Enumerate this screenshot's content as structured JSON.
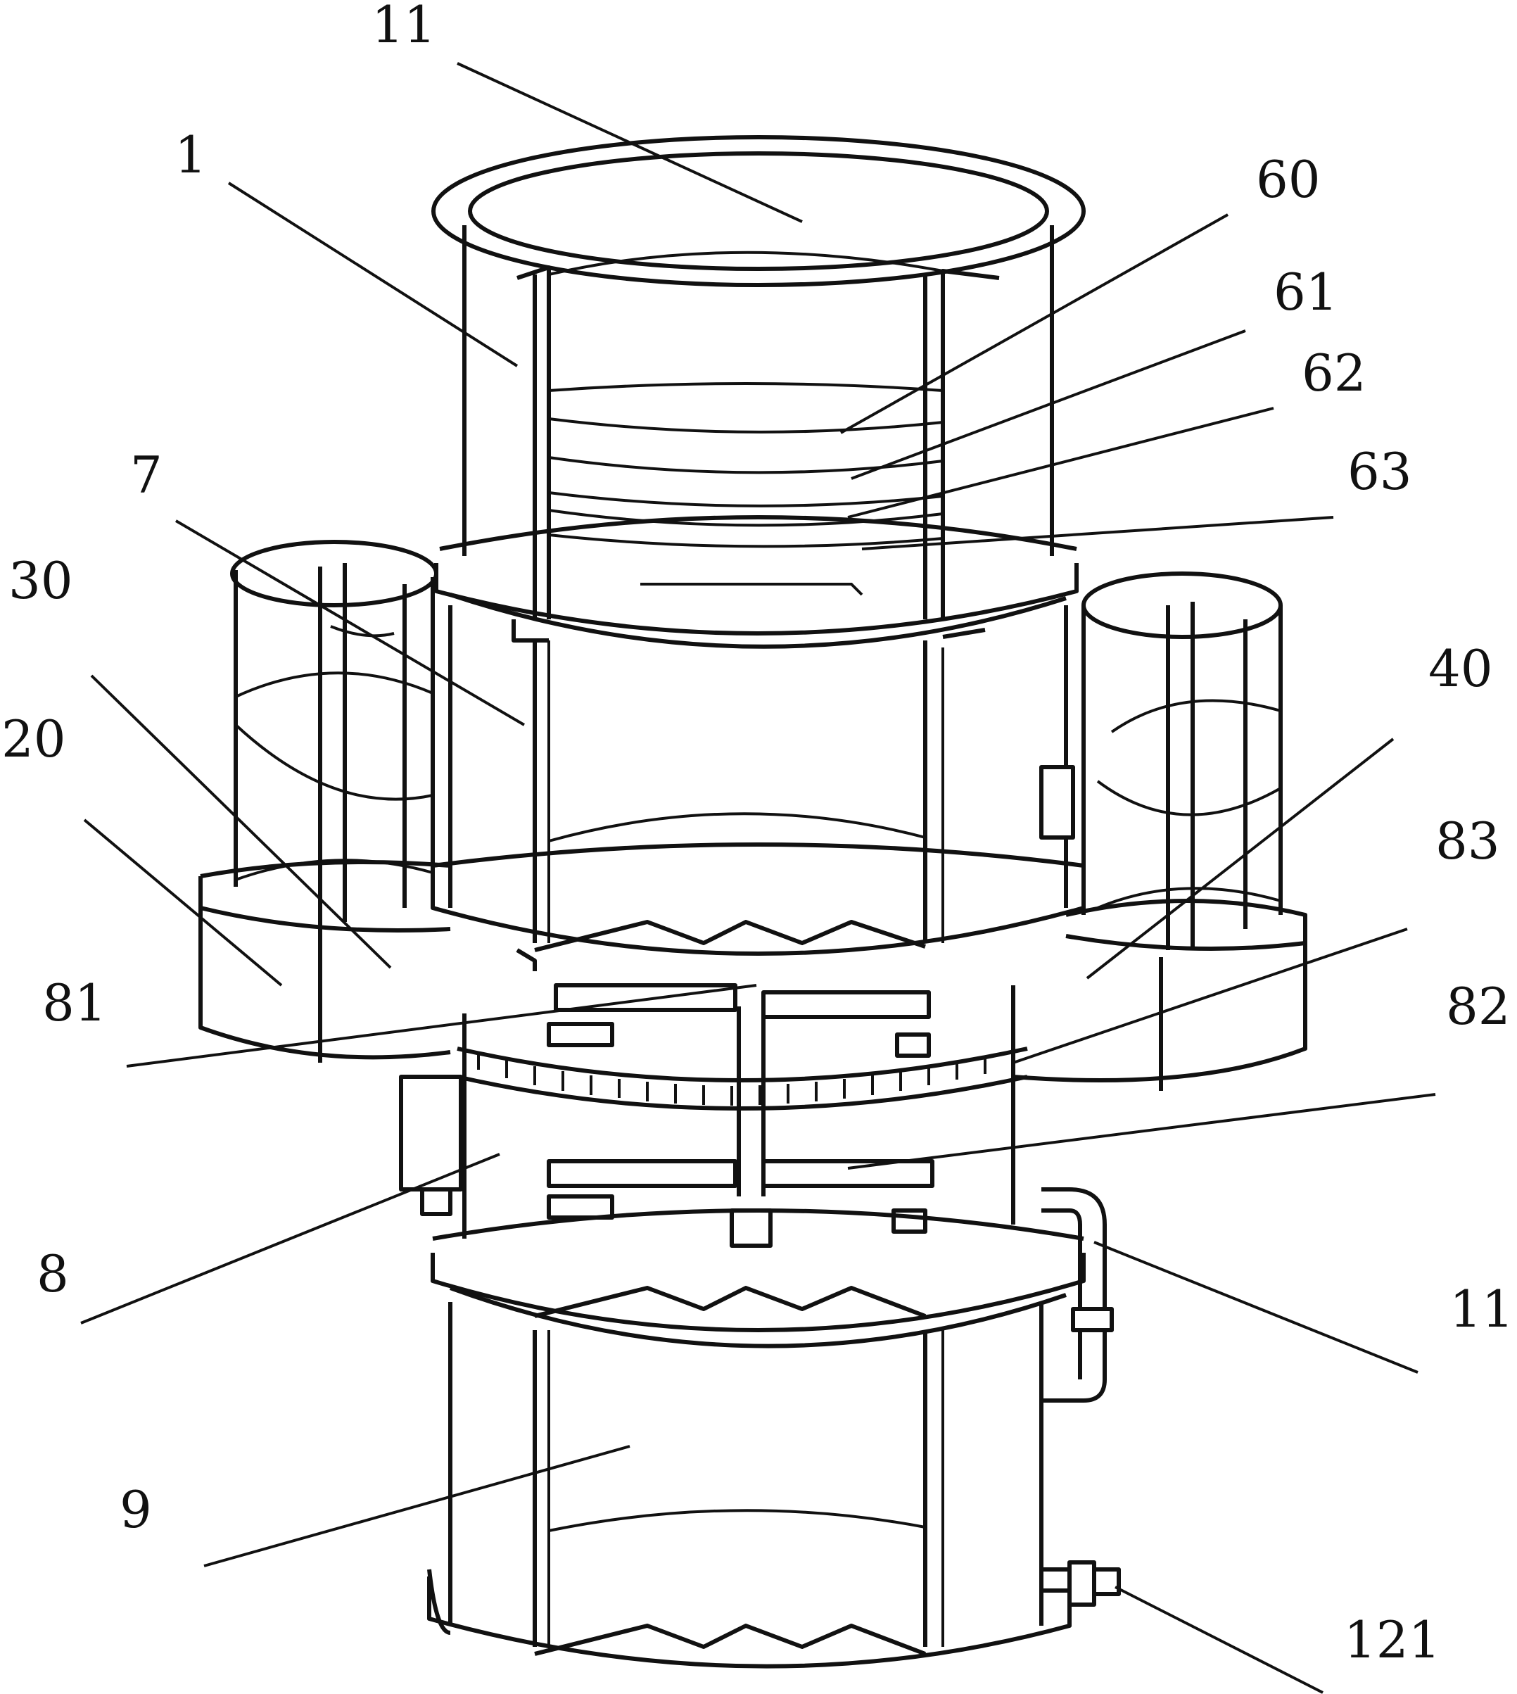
{
  "figure": {
    "labels": [
      {
        "id": "top-11",
        "text": "11"
      },
      {
        "id": "l-1",
        "text": "1"
      },
      {
        "id": "l-60",
        "text": "60"
      },
      {
        "id": "l-61",
        "text": "61"
      },
      {
        "id": "l-62",
        "text": "62"
      },
      {
        "id": "l-7",
        "text": "7"
      },
      {
        "id": "l-63",
        "text": "63"
      },
      {
        "id": "l-30",
        "text": "30"
      },
      {
        "id": "l-40",
        "text": "40"
      },
      {
        "id": "l-20",
        "text": "20"
      },
      {
        "id": "l-83",
        "text": "83"
      },
      {
        "id": "l-81",
        "text": "81"
      },
      {
        "id": "l-82",
        "text": "82"
      },
      {
        "id": "l-8",
        "text": "8"
      },
      {
        "id": "right-11",
        "text": "11"
      },
      {
        "id": "l-9",
        "text": "9"
      },
      {
        "id": "l-121",
        "text": "121"
      }
    ]
  }
}
